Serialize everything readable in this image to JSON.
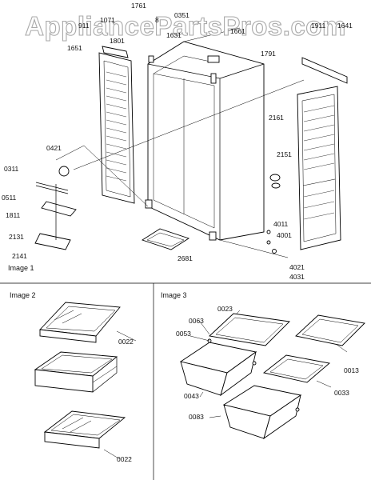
{
  "watermark": "AppliancePartsPros.com",
  "sections": {
    "image1": "Image 1",
    "image2": "Image 2",
    "image3": "Image 3"
  },
  "labels_image1": [
    "1761",
    "1071",
    "911",
    "8",
    "0351",
    "1801",
    "1631",
    "1661",
    "1651",
    "1791",
    "1911",
    "1641",
    "0421",
    "2161",
    "2151",
    "0311",
    "0511",
    "1811",
    "2131",
    "2141",
    "2681",
    "4011",
    "4001",
    "4021",
    "4031"
  ],
  "labels_image2": [
    "0022",
    "0022"
  ],
  "labels_image3": [
    "0023",
    "0063",
    "0053",
    "0013",
    "0043",
    "0033",
    "0083"
  ]
}
